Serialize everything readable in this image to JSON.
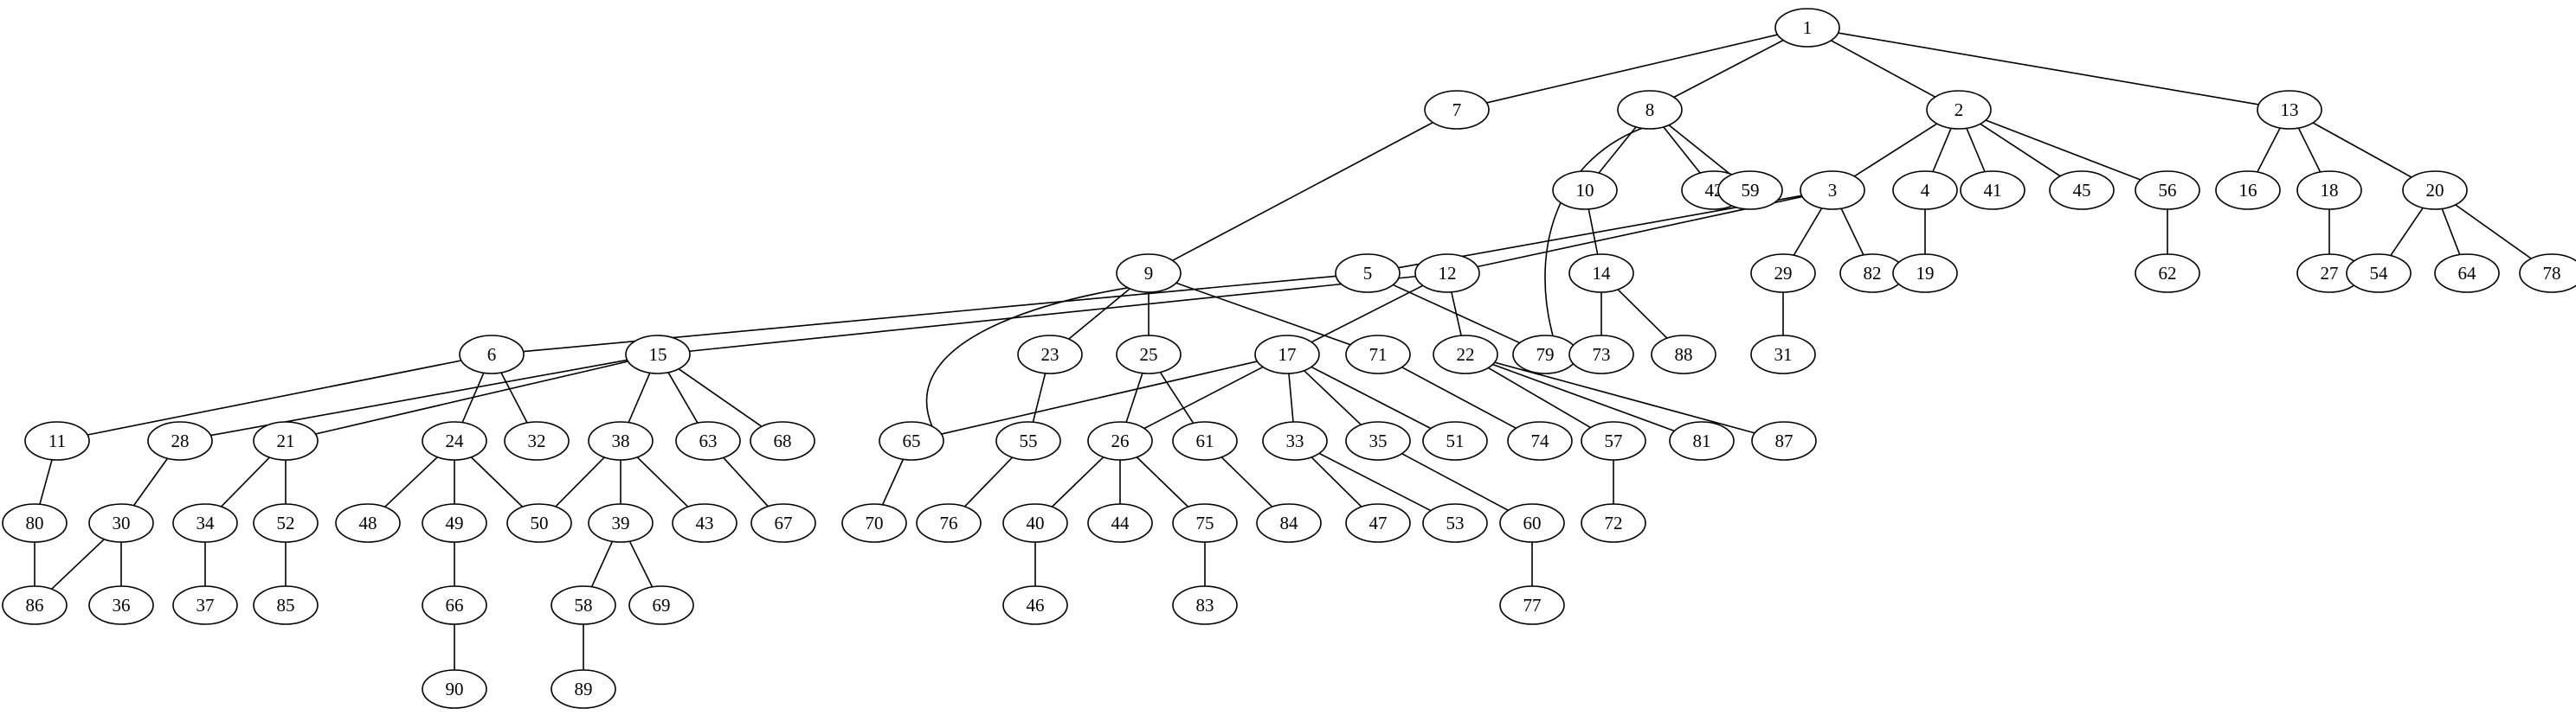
{
  "graph": {
    "nodes": [
      "1",
      "7",
      "8",
      "2",
      "13",
      "10",
      "42",
      "59",
      "3",
      "4",
      "41",
      "45",
      "56",
      "16",
      "18",
      "20",
      "9",
      "5",
      "12",
      "29",
      "82",
      "19",
      "62",
      "27",
      "54",
      "64",
      "78",
      "14",
      "79",
      "6",
      "23",
      "25",
      "71",
      "17",
      "22",
      "31",
      "73",
      "88",
      "15",
      "32",
      "11",
      "28",
      "21",
      "24",
      "38",
      "63",
      "68",
      "65",
      "55",
      "26",
      "61",
      "33",
      "35",
      "51",
      "74",
      "57",
      "81",
      "87",
      "80",
      "30",
      "34",
      "52",
      "48",
      "49",
      "50",
      "39",
      "43",
      "67",
      "70",
      "76",
      "40",
      "44",
      "75",
      "84",
      "47",
      "53",
      "60",
      "72",
      "86",
      "36",
      "37",
      "85",
      "66",
      "58",
      "69",
      "46",
      "83",
      "77",
      "90",
      "89"
    ],
    "edges": [
      [
        "1",
        "7"
      ],
      [
        "1",
        "8"
      ],
      [
        "1",
        "2"
      ],
      [
        "1",
        "13"
      ],
      [
        "8",
        "10"
      ],
      [
        "8",
        "42"
      ],
      [
        "8",
        "59"
      ],
      [
        "8",
        "79"
      ],
      [
        "2",
        "3"
      ],
      [
        "2",
        "4"
      ],
      [
        "2",
        "41"
      ],
      [
        "2",
        "45"
      ],
      [
        "2",
        "56"
      ],
      [
        "13",
        "16"
      ],
      [
        "13",
        "18"
      ],
      [
        "13",
        "20"
      ],
      [
        "7",
        "9"
      ],
      [
        "3",
        "5"
      ],
      [
        "3",
        "12"
      ],
      [
        "3",
        "29"
      ],
      [
        "3",
        "82"
      ],
      [
        "10",
        "14"
      ],
      [
        "4",
        "19"
      ],
      [
        "56",
        "62"
      ],
      [
        "18",
        "27"
      ],
      [
        "20",
        "54"
      ],
      [
        "20",
        "64"
      ],
      [
        "20",
        "78"
      ],
      [
        "9",
        "23"
      ],
      [
        "9",
        "25"
      ],
      [
        "9",
        "71"
      ],
      [
        "9",
        "65"
      ],
      [
        "5",
        "6"
      ],
      [
        "5",
        "79"
      ],
      [
        "12",
        "15"
      ],
      [
        "12",
        "17"
      ],
      [
        "12",
        "22"
      ],
      [
        "29",
        "31"
      ],
      [
        "14",
        "73"
      ],
      [
        "14",
        "88"
      ],
      [
        "6",
        "11"
      ],
      [
        "6",
        "24"
      ],
      [
        "6",
        "32"
      ],
      [
        "15",
        "28"
      ],
      [
        "15",
        "21"
      ],
      [
        "15",
        "38"
      ],
      [
        "15",
        "63"
      ],
      [
        "15",
        "68"
      ],
      [
        "23",
        "55"
      ],
      [
        "25",
        "26"
      ],
      [
        "25",
        "61"
      ],
      [
        "17",
        "65"
      ],
      [
        "17",
        "26"
      ],
      [
        "17",
        "33"
      ],
      [
        "17",
        "35"
      ],
      [
        "17",
        "51"
      ],
      [
        "71",
        "74"
      ],
      [
        "22",
        "57"
      ],
      [
        "22",
        "81"
      ],
      [
        "22",
        "87"
      ],
      [
        "11",
        "80"
      ],
      [
        "28",
        "30"
      ],
      [
        "21",
        "34"
      ],
      [
        "21",
        "52"
      ],
      [
        "24",
        "48"
      ],
      [
        "24",
        "49"
      ],
      [
        "24",
        "50"
      ],
      [
        "38",
        "50"
      ],
      [
        "38",
        "39"
      ],
      [
        "38",
        "43"
      ],
      [
        "63",
        "67"
      ],
      [
        "65",
        "70"
      ],
      [
        "55",
        "76"
      ],
      [
        "26",
        "40"
      ],
      [
        "26",
        "44"
      ],
      [
        "26",
        "75"
      ],
      [
        "61",
        "84"
      ],
      [
        "33",
        "47"
      ],
      [
        "33",
        "53"
      ],
      [
        "35",
        "60"
      ],
      [
        "57",
        "72"
      ],
      [
        "80",
        "86"
      ],
      [
        "30",
        "86"
      ],
      [
        "30",
        "36"
      ],
      [
        "34",
        "37"
      ],
      [
        "52",
        "85"
      ],
      [
        "49",
        "66"
      ],
      [
        "39",
        "58"
      ],
      [
        "39",
        "69"
      ],
      [
        "40",
        "46"
      ],
      [
        "75",
        "83"
      ],
      [
        "60",
        "77"
      ],
      [
        "66",
        "90"
      ],
      [
        "58",
        "89"
      ]
    ]
  }
}
